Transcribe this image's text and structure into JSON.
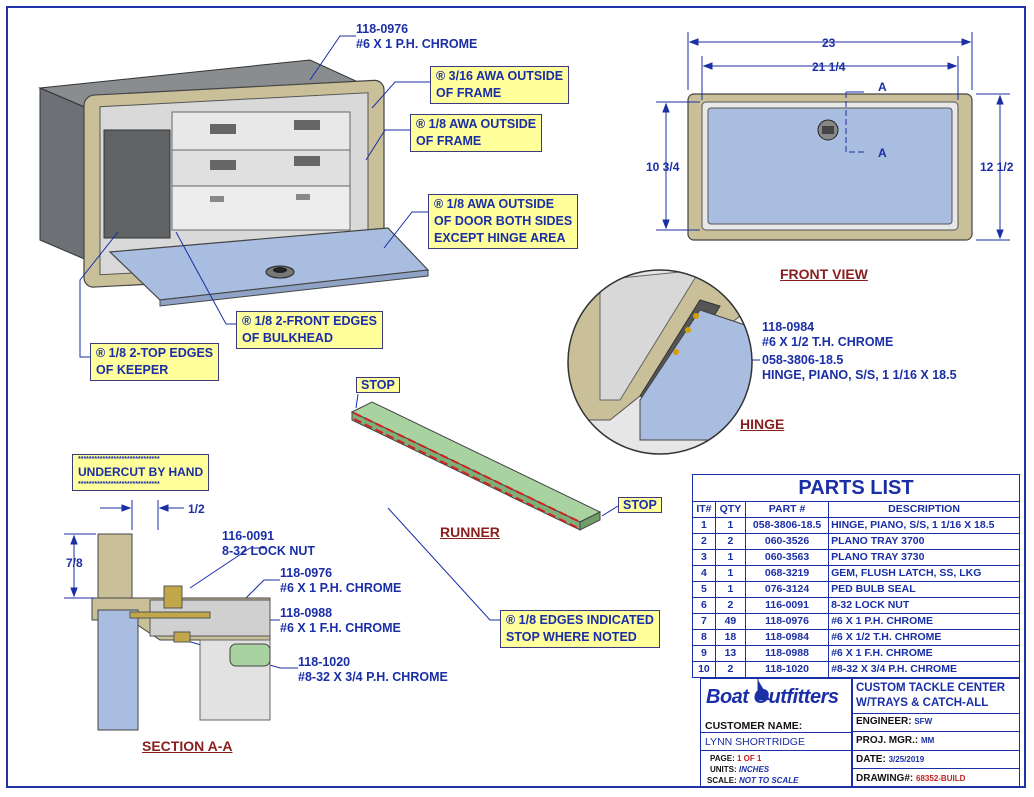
{
  "callouts": {
    "screw_top": {
      "part": "118-0976",
      "desc": "#6 X 1 P.H. CHROME"
    },
    "weld1": [
      "® 3/16 AWA OUTSIDE",
      "OF FRAME"
    ],
    "weld2": [
      "® 1/8 AWA OUTSIDE",
      "OF FRAME"
    ],
    "weld3": [
      "® 1/8 AWA OUTSIDE",
      "OF DOOR BOTH SIDES",
      "EXCEPT HINGE AREA"
    ],
    "weld4": [
      "® 1/8 2-FRONT EDGES",
      "OF BULKHEAD"
    ],
    "weld5": [
      "® 1/8 2-TOP EDGES",
      "OF KEEPER"
    ],
    "weld6": [
      "® 1/8 EDGES INDICATED",
      "STOP WHERE NOTED"
    ],
    "undercut": "UNDERCUT BY HAND",
    "stars": "******************************",
    "stop1": "STOP",
    "stop2": "STOP"
  },
  "front_view": {
    "title": "FRONT VIEW",
    "dim_overall_w": "23",
    "dim_inner_w": "21 1/4",
    "dim_inner_h": "10 3/4",
    "dim_overall_h": "12 1/2",
    "section_a1": "A",
    "section_a2": "A"
  },
  "hinge": {
    "title": "HINGE",
    "screw_part": "118-0984",
    "screw_desc": "#6 X 1/2 T.H. CHROME",
    "hinge_part": "058-3806-18.5",
    "hinge_desc": "HINGE, PIANO, S/S, 1 1/16 X 18.5"
  },
  "runner": {
    "title": "RUNNER"
  },
  "section": {
    "title": "SECTION A-A",
    "dim_half": "1/2",
    "dim_78": "7/8",
    "nut_part": "116-0091",
    "nut_desc": "8-32 LOCK NUT",
    "s1_part": "118-0976",
    "s1_desc": "#6 X 1 P.H. CHROME",
    "s2_part": "118-0988",
    "s2_desc": "#6 X 1 F.H. CHROME",
    "s3_part": "118-1020",
    "s3_desc": "#8-32 X 3/4 P.H. CHROME"
  },
  "parts_list": {
    "title": "PARTS LIST",
    "headers": [
      "IT#",
      "QTY",
      "PART #",
      "DESCRIPTION"
    ],
    "rows": [
      [
        "1",
        "1",
        "058-3806-18.5",
        "HINGE, PIANO, S/S, 1 1/16 X 18.5"
      ],
      [
        "2",
        "2",
        "060-3526",
        "PLANO TRAY 3700"
      ],
      [
        "3",
        "1",
        "060-3563",
        "PLANO TRAY 3730"
      ],
      [
        "4",
        "1",
        "068-3219",
        "GEM, FLUSH LATCH, SS, LKG"
      ],
      [
        "5",
        "1",
        "076-3124",
        "PED BULB SEAL"
      ],
      [
        "6",
        "2",
        "116-0091",
        "8-32 LOCK NUT"
      ],
      [
        "7",
        "49",
        "118-0976",
        "#6 X 1 P.H. CHROME"
      ],
      [
        "8",
        "18",
        "118-0984",
        "#6 X 1/2 T.H. CHROME"
      ],
      [
        "9",
        "13",
        "118-0988",
        "#6 X 1 F.H. CHROME"
      ],
      [
        "10",
        "2",
        "118-1020",
        "#8-32 X 3/4 P.H. CHROME"
      ]
    ]
  },
  "title_block": {
    "logo": "Boat Outfitters",
    "project_title_1": "CUSTOM TACKLE CENTER",
    "project_title_2": "W/TRAYS & CATCH-ALL",
    "customer_label": "CUSTOMER NAME:",
    "customer_value": "LYNN SHORTRIDGE",
    "page_label": "PAGE:",
    "page_value": "1 OF 1",
    "units_label": "UNITS:",
    "units_value": "INCHES",
    "scale_label": "SCALE:",
    "scale_value": "NOT TO SCALE",
    "engineer_label": "ENGINEER:",
    "engineer_value": "SFW",
    "pm_label": "PROJ. MGR.:",
    "pm_value": "MM",
    "date_label": "DATE:",
    "date_value": "3/25/2019",
    "drawing_label": "DRAWING#:",
    "drawing_value": "68352-BUILD"
  },
  "colors": {
    "line": "#1a2ea6",
    "title": "#8a1f1f",
    "callout_bg": "#ffff9c",
    "panel": "#a9bde0",
    "frame": "#c9c09a",
    "runner": "#a8d3a0",
    "weld": "#d02020"
  }
}
